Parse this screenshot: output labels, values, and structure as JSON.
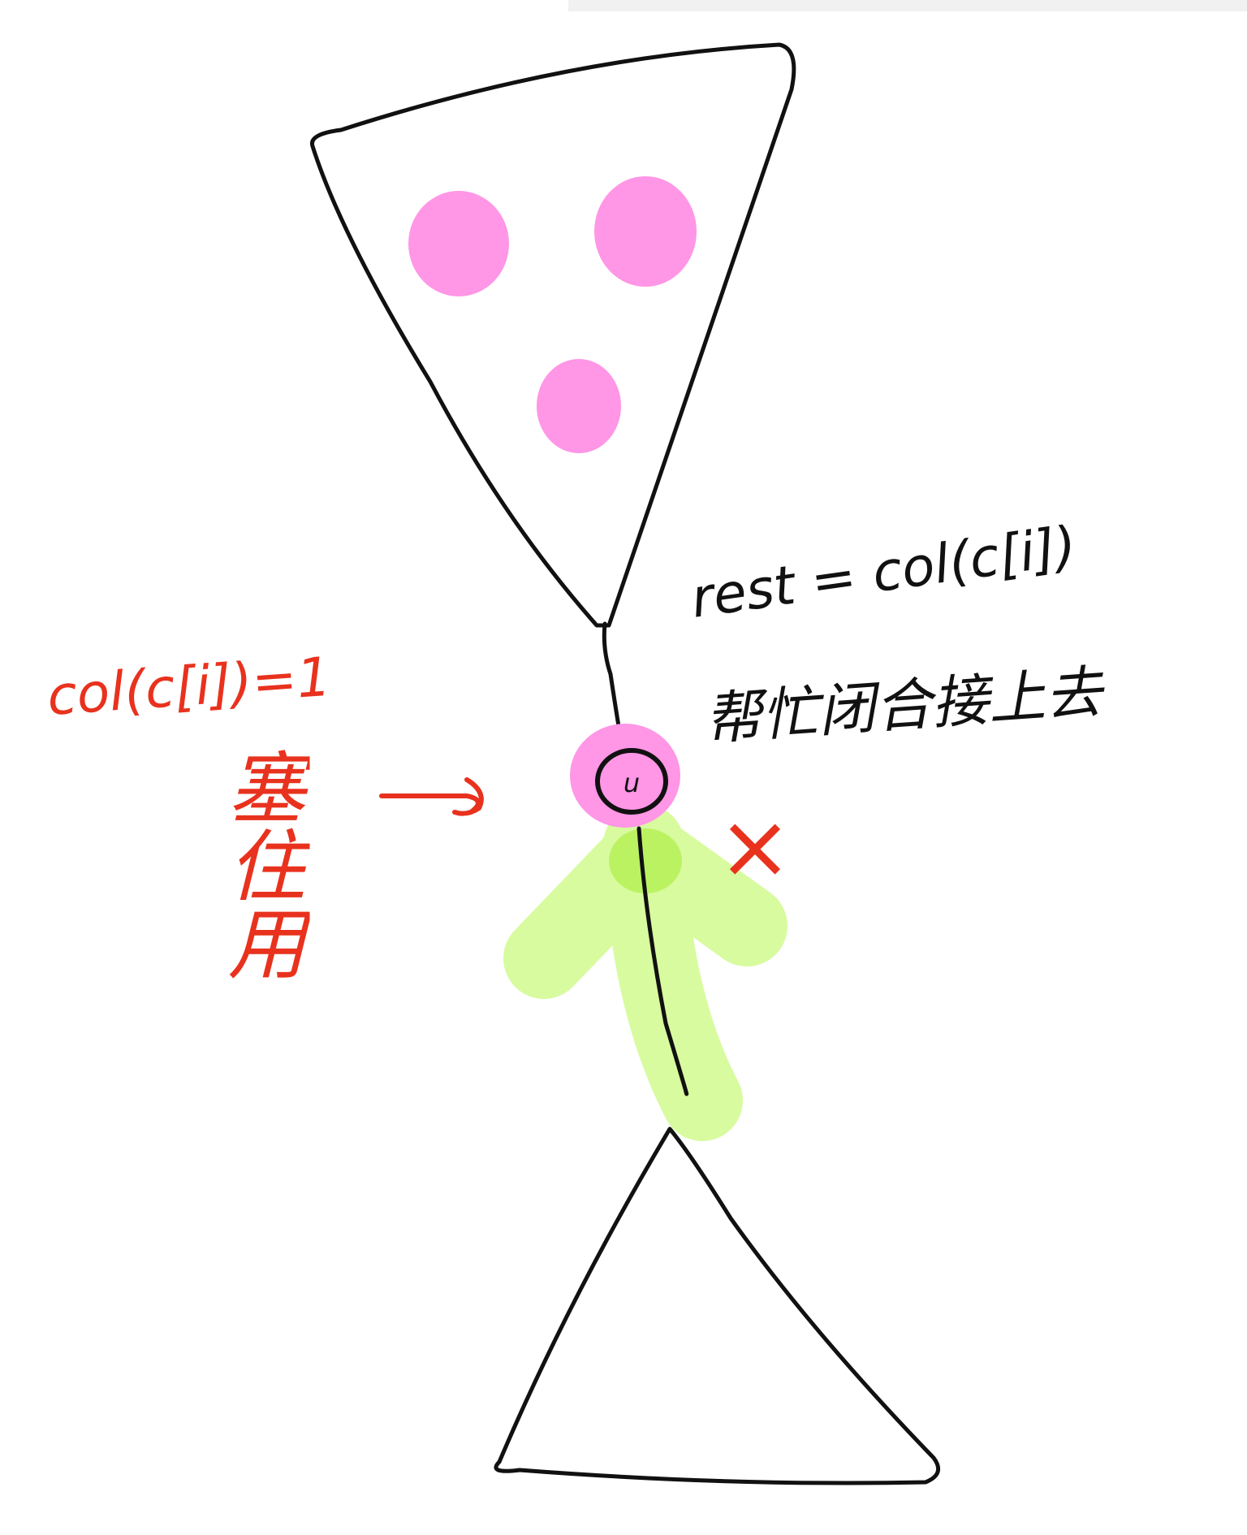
{
  "annotations": {
    "right_formula": "rest = col(c[i])",
    "right_note": "帮忙闭合接上去",
    "node_label": "u",
    "left_formula": "col(c[i])=1",
    "left_note": "塞住用",
    "cross_mark": "×"
  },
  "colors": {
    "stroke": "#111111",
    "pink": "#ff96e6",
    "green": "#d6fb9a",
    "green_dark": "#b8f25a",
    "red": "#e8321e"
  }
}
